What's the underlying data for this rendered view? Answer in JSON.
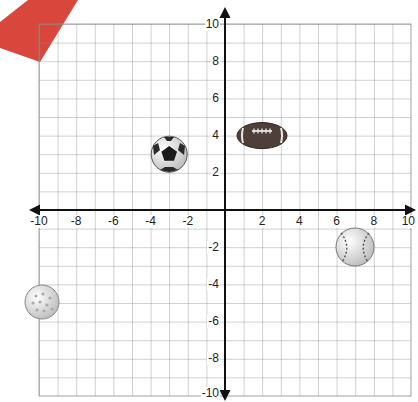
{
  "diagram": {
    "labels": [
      "-10",
      "-8",
      "-6",
      "-4",
      "-2",
      "2",
      "4",
      "6",
      "8",
      "10",
      "10",
      "8",
      "6",
      "4",
      "2",
      "-2",
      "-4",
      "-6",
      "-8",
      "-10"
    ]
  }
}
